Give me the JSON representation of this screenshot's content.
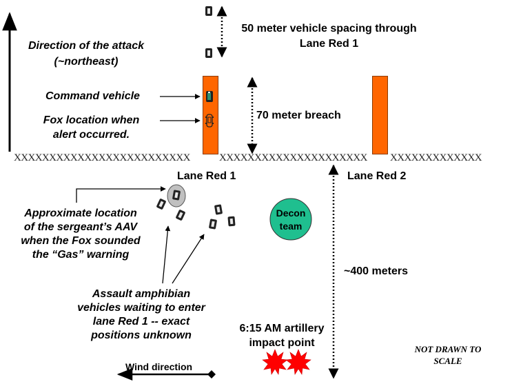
{
  "labels": {
    "direction_line1": "Direction of the attack",
    "direction_line2": "(~northeast)",
    "command_vehicle": "Command vehicle",
    "fox_line1": "Fox location when",
    "fox_line2": "alert occurred.",
    "spacing_line1": "50 meter vehicle spacing through",
    "spacing_line2": "Lane Red 1",
    "breach": "70 meter breach",
    "lane_red_1": "Lane Red 1",
    "lane_red_2": "Lane Red 2",
    "sergeant_line1": "Approximate location",
    "sergeant_line2": "of the sergeant’s AAV",
    "sergeant_line3": "when the Fox sounded",
    "sergeant_line4": "the “Gas” warning",
    "decon_line1": "Decon",
    "decon_line2": "team",
    "distance": "~400 meters",
    "aav_line1": "Assault amphibian",
    "aav_line2": "vehicles waiting to enter",
    "aav_line3": "lane Red 1  -- exact",
    "aav_line4": "positions unknown",
    "artillery_line1": "6:15 AM artillery",
    "artillery_line2": "impact point",
    "wind": "Wind direction",
    "not_to_scale_line1": "NOT DRAWN TO",
    "not_to_scale_line2": "SCALE"
  },
  "wire": {
    "segment_left": "XXXXXXXXXXXXXXXXXXXXXXXXX",
    "segment_middle": "XXXXXXXXXXXXXXXXXXXXX",
    "segment_right": "XXXXXXXXXXXXX"
  },
  "colors": {
    "barrier": "#ff6600",
    "decon": "#1fbf8f",
    "impact": "#ff0000",
    "sergeant_marker": "#c0c0c0"
  }
}
